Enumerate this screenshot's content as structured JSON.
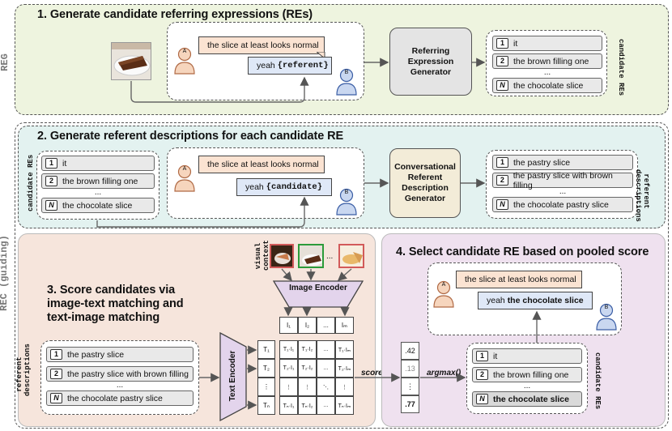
{
  "sides": {
    "reg": "REG",
    "rec": "REC (guiding)"
  },
  "p1": {
    "title": "1. Generate candidate referring expressions (REs)",
    "speaker_a": "A",
    "speaker_b": "B",
    "utterance_a": "the slice at least looks normal",
    "utterance_b_prefix": "yeah ",
    "utterance_b_token": "{referent}",
    "generator": "Referring Expression Generator",
    "list_label": "candidate REs",
    "list": [
      {
        "n": "1",
        "text": "it"
      },
      {
        "n": "2",
        "text": "the brown filling one"
      },
      {
        "n": "N",
        "text": "the chocolate slice"
      }
    ],
    "ellipsis": "..."
  },
  "p2": {
    "title": "2. Generate referent descriptions for each candidate RE",
    "left_label": "candidate REs",
    "left_list": [
      {
        "n": "1",
        "text": "it"
      },
      {
        "n": "2",
        "text": "the brown filling one"
      },
      {
        "n": "N",
        "text": "the chocolate slice"
      }
    ],
    "speaker_a": "A",
    "speaker_b": "B",
    "utterance_a": "the slice at least looks normal",
    "utterance_b_prefix": "yeah ",
    "utterance_b_token": "{candidate}",
    "generator": "Conversational Referent Description Generator",
    "right_label": "referent descriptions",
    "right_list": [
      {
        "n": "1",
        "text": "the pastry slice"
      },
      {
        "n": "2",
        "text": "the pastry slice with brown filling"
      },
      {
        "n": "N",
        "text": "the chocolate pastry slice"
      }
    ],
    "ellipsis": "..."
  },
  "p3": {
    "title": "3. Score candidates via image-text matching and text-image matching",
    "visual_context_label": "visual context",
    "image_encoder": "Image Encoder",
    "text_encoder": "Text Encoder",
    "desc_label": "referent descriptions",
    "desc_list": [
      {
        "n": "1",
        "text": "the pastry slice"
      },
      {
        "n": "2",
        "text": "the pastry slice with brown filling"
      },
      {
        "n": "N",
        "text": "the chocolate pastry slice"
      }
    ],
    "ellipsis": "...",
    "image_tokens": [
      "I₁",
      "I₂",
      "...",
      "Iₘ"
    ],
    "text_tokens": [
      "T₁",
      "T₂",
      "⋮",
      "Tₙ"
    ],
    "matrix": [
      [
        "T₁·I₁",
        "T₁·I₂",
        "...",
        "T₁·Iₘ"
      ],
      [
        "T₂·I₁",
        "T₂·I₂",
        "...",
        "T₂·Iₘ"
      ],
      [
        "⋮",
        "⋮",
        "⋱",
        "⋮"
      ],
      [
        "Tₙ·I₁",
        "Tₙ·I₂",
        "...",
        "Tₙ·Iₘ"
      ]
    ],
    "score_fn": "score()",
    "scores": [
      ".42",
      ".13",
      "⋮",
      ".77"
    ]
  },
  "p4": {
    "title": "4. Select candidate RE based on pooled score",
    "argmax_fn": "argmax()",
    "speaker_a": "A",
    "speaker_b": "B",
    "utterance_a": "the slice at least looks normal",
    "utterance_b_prefix": "yeah ",
    "utterance_b_choice": "the chocolate slice",
    "list_label": "candidate REs",
    "list": [
      {
        "n": "1",
        "text": "it"
      },
      {
        "n": "2",
        "text": "the brown filling one"
      },
      {
        "n": "N",
        "text": "the chocolate slice"
      }
    ],
    "ellipsis": "..."
  },
  "colors": {
    "p1_bg": "#eef4df",
    "p2_bg": "#e3f2f0",
    "p3_bg": "#f6e5dc",
    "p4_bg": "#efe1ef",
    "gen2_bg": "#f3ecd8",
    "encoder_fill": "#e3d4ec",
    "speaker_a": "#f6d5bd",
    "speaker_b": "#c9d7f0"
  }
}
